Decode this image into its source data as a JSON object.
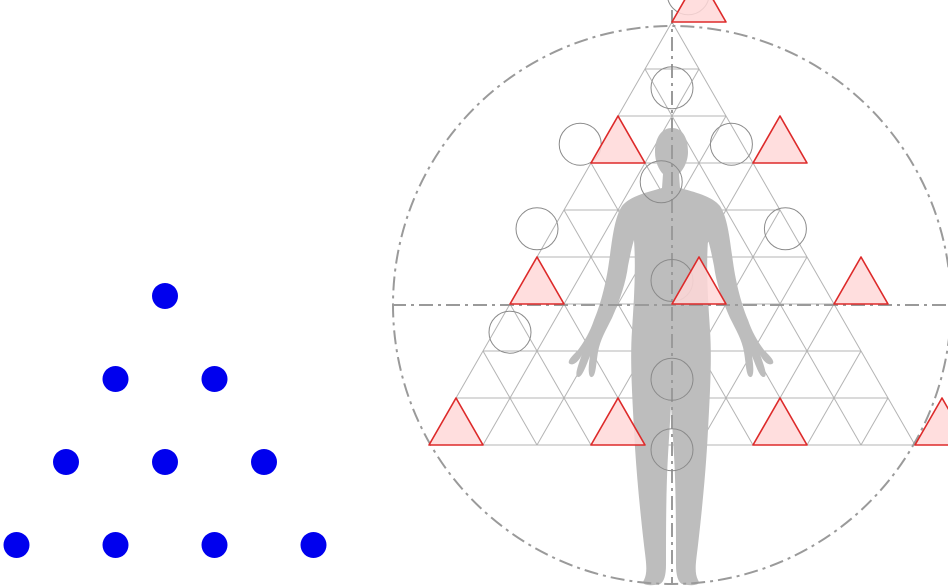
{
  "colors": {
    "background": "#ffffff",
    "dot": "#0000ee",
    "guide_circle": "#9a9a9a",
    "grid": "#b4b4b4",
    "small_circle": "#8a8a8a",
    "triangle_stroke": "#dd2a2a",
    "triangle_fill": "#ffd8d8",
    "figure": "#bdbdbd"
  },
  "tetractys": {
    "rows": [
      1,
      2,
      3,
      4
    ],
    "total_points": 10
  },
  "diagram": {
    "grid_subdivisions": 9,
    "triangle_grid_positions": [
      [
        0,
        0
      ],
      [
        3,
        0
      ],
      [
        3,
        3
      ],
      [
        6,
        0
      ],
      [
        6,
        3
      ],
      [
        6,
        6
      ],
      [
        9,
        0
      ],
      [
        9,
        3
      ],
      [
        9,
        6
      ],
      [
        9,
        9
      ]
    ],
    "circle_grid_positions": [
      [
        -0.6,
        0
      ],
      [
        1.4,
        0.7
      ],
      [
        2.6,
        -0.4
      ],
      [
        2.6,
        2.4
      ],
      [
        3.4,
        1.5
      ],
      [
        4.4,
        -0.3
      ],
      [
        4.4,
        4.3
      ],
      [
        5.5,
        2.75
      ],
      [
        6.6,
        0.3
      ],
      [
        7.6,
        3.8
      ],
      [
        9.1,
        4.55
      ]
    ],
    "figure_icon": "human-figure-silhouette",
    "guide_lines": [
      "vertical-axis",
      "horizontal-axis",
      "enclosing-circle"
    ]
  }
}
